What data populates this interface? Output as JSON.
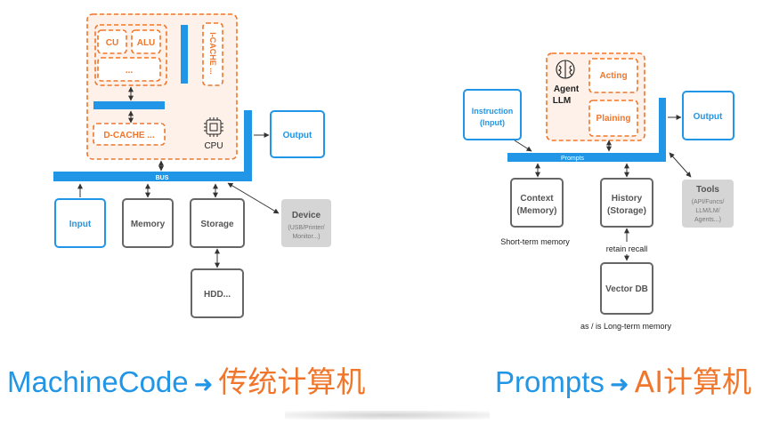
{
  "left": {
    "cu": "CU",
    "alu": "ALU",
    "dots": "...",
    "icache": "I-CACHE ...",
    "dcache": "D-CACHE ...",
    "cpu": "CPU",
    "bus": "BUS",
    "output": "Output",
    "input": "Input",
    "memory": "Memory",
    "storage": "Storage",
    "device_title": "Device",
    "device_sub1": "(USB/Printer/",
    "device_sub2": "Monitor...)",
    "hdd": "HDD..."
  },
  "right": {
    "agent1": "Agent",
    "agent2": "LLM",
    "acting": "Acting",
    "plaining": "Plaining",
    "instruction1": "Instruction",
    "instruction2": "(Input)",
    "output": "Output",
    "prompts": "Prompts",
    "context1": "Context",
    "context2": "(Memory)",
    "history1": "History",
    "history2": "(Storage)",
    "tools_title": "Tools",
    "tools_sub1": "(API/Funcs/",
    "tools_sub2": "LLM/LM/",
    "tools_sub3": "Agents...)",
    "short_term": "Short-term memory",
    "retain": "retain recall",
    "vectordb": "Vector DB",
    "long_term": "as / is Long-term memory"
  },
  "captions": {
    "left_a": "MachineCode",
    "left_b": "传统计算机",
    "right_a": "Prompts",
    "right_b": "AI计算机"
  },
  "colors": {
    "blue": "#2196e6",
    "orange": "#f0762b",
    "gray": "#666666",
    "device_fill": "#d5d5d5"
  }
}
